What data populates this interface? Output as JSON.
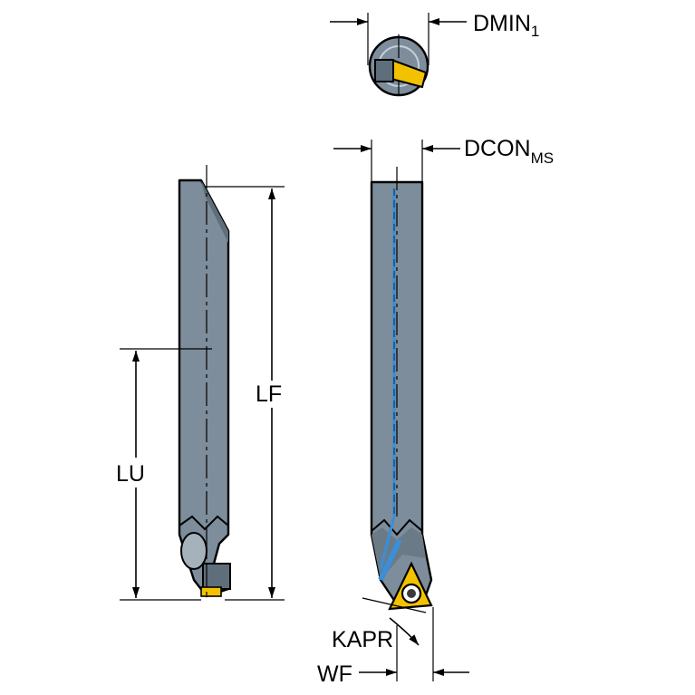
{
  "labels": {
    "dmin": {
      "main": "DMIN",
      "sub": "1"
    },
    "dcon": {
      "main": "DCON",
      "sub": "MS"
    },
    "lf": "LF",
    "lu": "LU",
    "kapr": "KAPR",
    "wf": "WF"
  },
  "colors": {
    "bar": "#7d8d9b",
    "bar_shadow": "#5f6e7b",
    "insert": "#f2c200",
    "coolant": "#3a8fd6",
    "ink": "#000000"
  }
}
